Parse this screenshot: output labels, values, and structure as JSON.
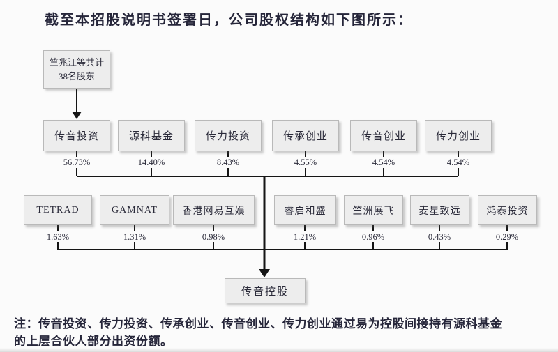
{
  "title": "截至本招股说明书签署日，公司股权结构如下图所示：",
  "top_shareholder": {
    "line1": "竺兆江等共计",
    "line2": "38名股东"
  },
  "row1": [
    {
      "name": "传音投资",
      "pct": "56.73%"
    },
    {
      "name": "源科基金",
      "pct": "14.40%"
    },
    {
      "name": "传力投资",
      "pct": "8.43%"
    },
    {
      "name": "传承创业",
      "pct": "4.55%"
    },
    {
      "name": "传音创业",
      "pct": "4.54%"
    },
    {
      "name": "传力创业",
      "pct": "4.54%"
    }
  ],
  "row2": [
    {
      "name": "TETRAD",
      "pct": "1.63%"
    },
    {
      "name": "GAMNAT",
      "pct": "1.31%"
    },
    {
      "name": "香港网易互娱",
      "pct": "0.98%"
    },
    {
      "name": "睿启和盛",
      "pct": "1.21%"
    },
    {
      "name": "竺洲展飞",
      "pct": "0.96%"
    },
    {
      "name": "麦星致远",
      "pct": "0.43%"
    },
    {
      "name": "鸿泰投资",
      "pct": "0.29%"
    }
  ],
  "company": {
    "name": "传音控股"
  },
  "note": {
    "line1": "注：传音投资、传力投资、传承创业、传音创业、传力创业通过易为控股间接持有源科基金",
    "line2": "的上层合伙人部分出资份额。"
  },
  "colors": {
    "background": "#fbfbfb",
    "box_fill": "#ededed",
    "box_border": "#b9b9b9",
    "line": "#151515",
    "text": "#2b2b3a"
  }
}
